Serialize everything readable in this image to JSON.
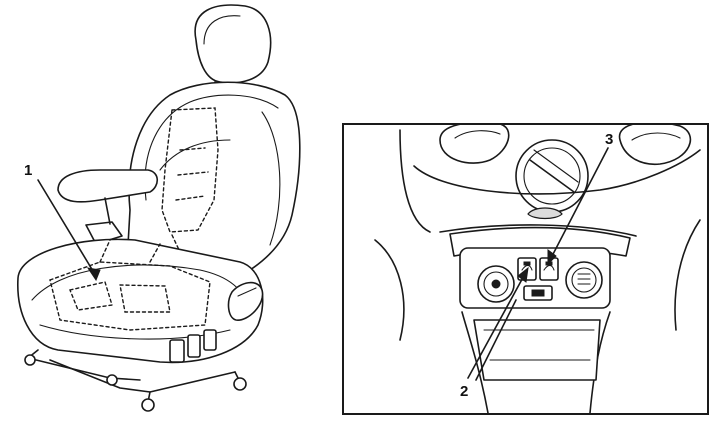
{
  "callouts": [
    {
      "id": "1",
      "label": "1"
    },
    {
      "id": "2",
      "label": "2"
    },
    {
      "id": "3",
      "label": "3"
    }
  ],
  "colors": {
    "line": "#1a1a1a",
    "background": "#ffffff",
    "panel_frame": "#1a1a1a"
  }
}
